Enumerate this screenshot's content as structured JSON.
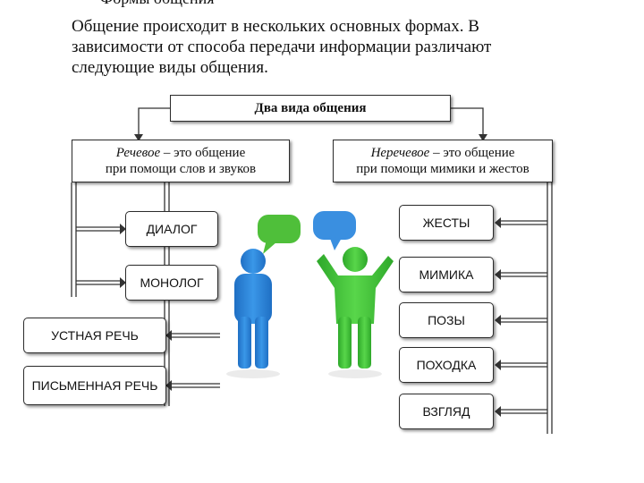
{
  "header_fragment": "Формы общения",
  "intro_text": "Общение происходит в нескольких основных формах. В зависимости от способа передачи информации различают следующие виды общения.",
  "title": "Два вида общения",
  "verbal": {
    "term": "Речевое",
    "rest_line1": " – это общение",
    "line2": "при помощи слов и звуков",
    "items": [
      "ДИАЛОГ",
      "МОНОЛОГ",
      "УСТНАЯ РЕЧЬ",
      "ПИСЬМЕННАЯ РЕЧЬ"
    ]
  },
  "nonverbal": {
    "term": "Неречевое",
    "rest_line1": " – это общение",
    "line2": "при помощи мимики и жестов",
    "items": [
      "ЖЕСТЫ",
      "МИМИКА",
      "ПОЗЫ",
      "ПОХОДКА",
      "ВЗГЛЯД"
    ]
  },
  "illustration": {
    "left_person_color": "#2b84d8",
    "right_person_color": "#3fc23a",
    "bubble_color": "#4fbf3a",
    "bubble_color_right": "#3a8fe0"
  }
}
